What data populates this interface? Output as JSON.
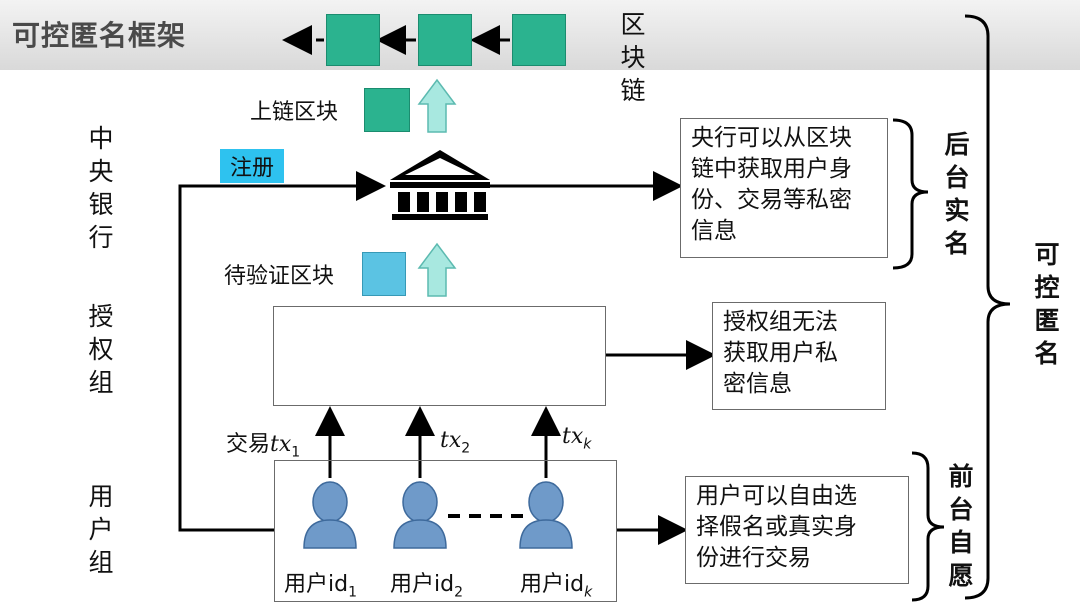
{
  "header": {
    "title": "可控匿名框架"
  },
  "blockchain": {
    "label_chars": [
      "区",
      "块",
      "链"
    ]
  },
  "labels": {
    "onchain_block": "上链区块",
    "pending_block": "待验证区块",
    "register": "注册",
    "tx1_prefix": "交易",
    "tx_symbol": "tx",
    "tx1_sub": "1",
    "tx2_sub": "2",
    "txk_sub": "k",
    "user_prefix": "用户id",
    "user1_sub": "1",
    "user2_sub": "2",
    "userk_sub": "k"
  },
  "rows": {
    "central_bank": [
      "中",
      "央",
      "银",
      "行"
    ],
    "auth_group": [
      "授",
      "权",
      "组"
    ],
    "user_group": [
      "用",
      "户",
      "组"
    ]
  },
  "notes": {
    "central_bank_lines": [
      "央行可以从区块",
      "链中获取用户身",
      "份、交易等私密",
      "信息"
    ],
    "auth_lines": [
      "授权组无法",
      "获取用户私",
      "密信息"
    ],
    "user_lines": [
      "用户可以自由选",
      "择假名或真实身",
      "份进行交易"
    ]
  },
  "brackets": {
    "backend": [
      "后",
      "台",
      "实",
      "名"
    ],
    "frontend": [
      "前",
      "台",
      "自",
      "愿"
    ],
    "controlled": [
      "可",
      "控",
      "匿",
      "名"
    ]
  },
  "colors": {
    "block": "#2bb38f",
    "pending": "#5bc3e3",
    "arrow_up": "#a8e8e0",
    "person": "#6f9ac9"
  },
  "icons": [
    "bank-icon",
    "person-icon",
    "up-arrow-icon"
  ]
}
